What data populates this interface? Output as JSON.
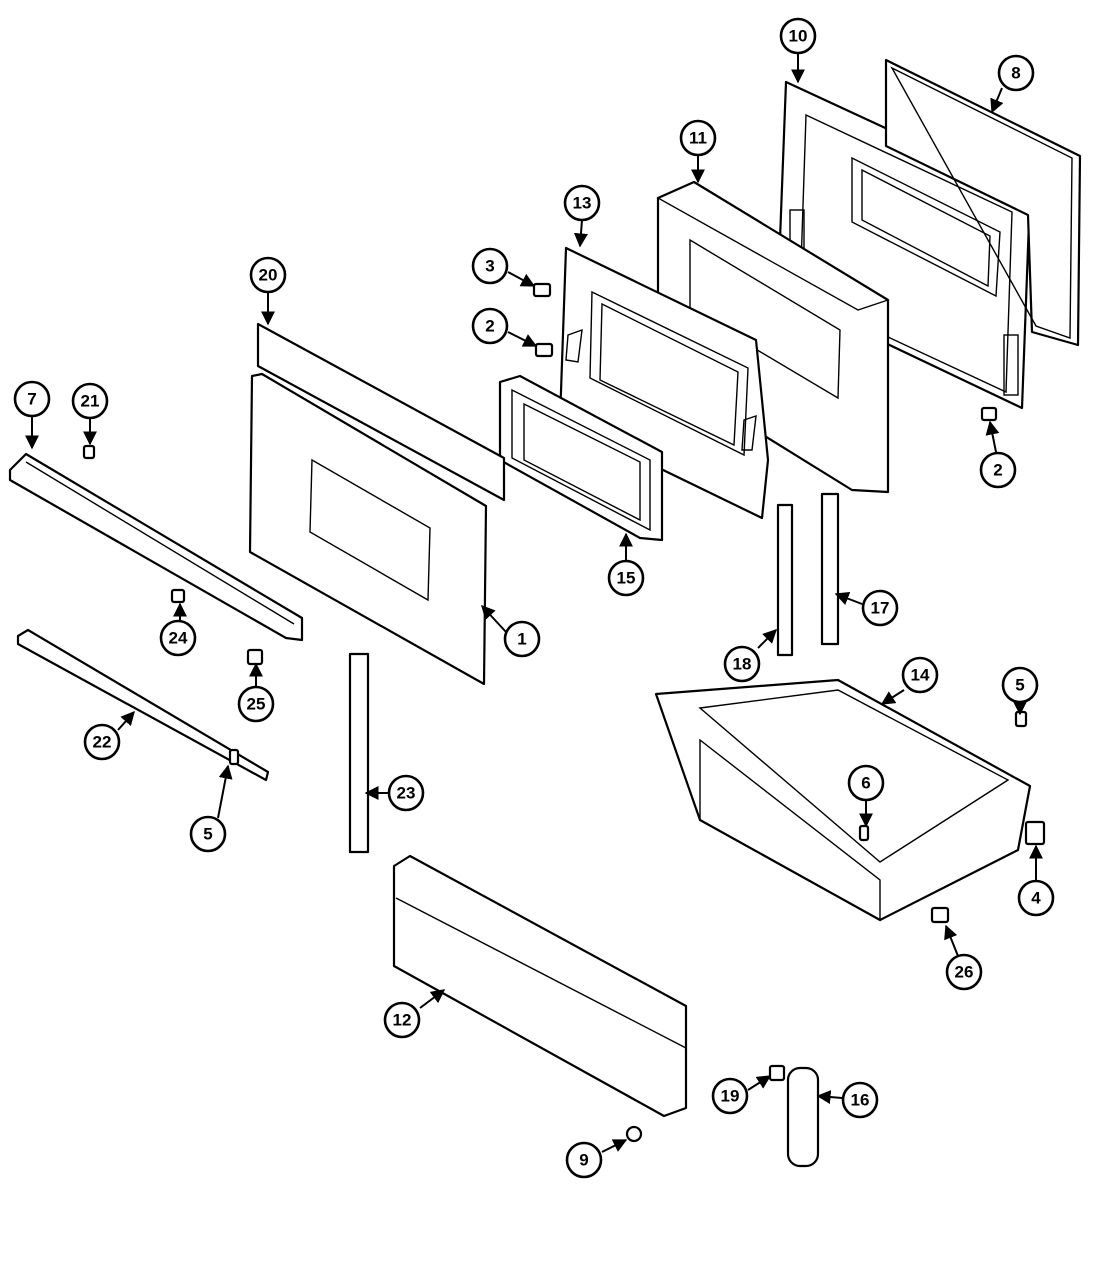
{
  "callouts": [
    {
      "id": "c10",
      "label": "10"
    },
    {
      "id": "c8",
      "label": "8"
    },
    {
      "id": "c11",
      "label": "11"
    },
    {
      "id": "c13",
      "label": "13"
    },
    {
      "id": "c3",
      "label": "3"
    },
    {
      "id": "c2a",
      "label": "2"
    },
    {
      "id": "c2b",
      "label": "2"
    },
    {
      "id": "c20",
      "label": "20"
    },
    {
      "id": "c7",
      "label": "7"
    },
    {
      "id": "c21",
      "label": "21"
    },
    {
      "id": "c15",
      "label": "15"
    },
    {
      "id": "c1",
      "label": "1"
    },
    {
      "id": "c24",
      "label": "24"
    },
    {
      "id": "c25",
      "label": "25"
    },
    {
      "id": "c22",
      "label": "22"
    },
    {
      "id": "c5a",
      "label": "5"
    },
    {
      "id": "c23",
      "label": "23"
    },
    {
      "id": "c18",
      "label": "18"
    },
    {
      "id": "c17",
      "label": "17"
    },
    {
      "id": "c14",
      "label": "14"
    },
    {
      "id": "c5b",
      "label": "5"
    },
    {
      "id": "c6",
      "label": "6"
    },
    {
      "id": "c4",
      "label": "4"
    },
    {
      "id": "c26",
      "label": "26"
    },
    {
      "id": "c12",
      "label": "12"
    },
    {
      "id": "c19",
      "label": "19"
    },
    {
      "id": "c16",
      "label": "16"
    },
    {
      "id": "c9",
      "label": "9"
    }
  ],
  "colors": {
    "ink": "#000000",
    "paper": "#ffffff"
  }
}
